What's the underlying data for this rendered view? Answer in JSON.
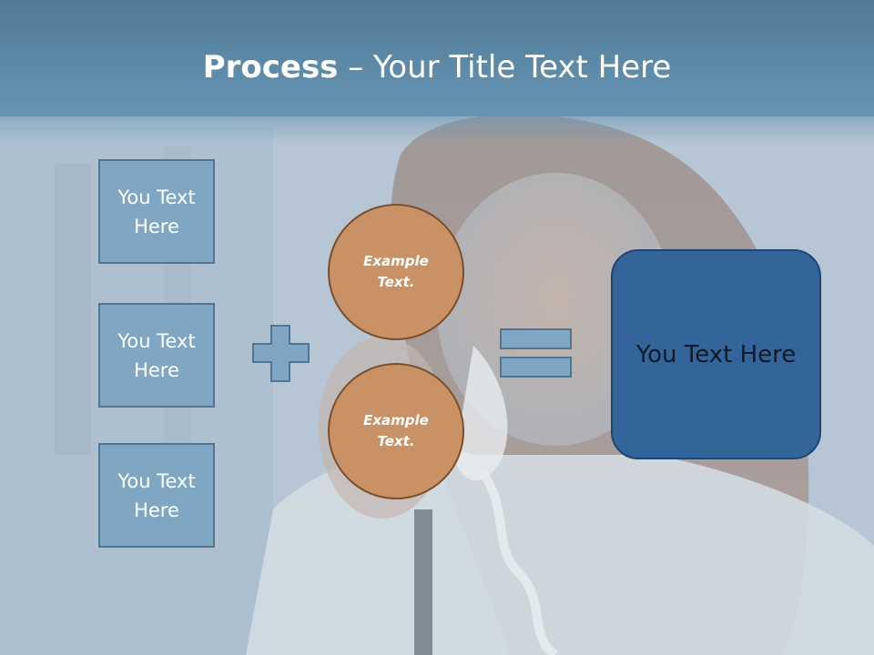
{
  "title": {
    "bold": "Process",
    "rest": " – Your Title Text Here"
  },
  "boxes": [
    {
      "label": "You Text Here"
    },
    {
      "label": "You Text Here"
    },
    {
      "label": "You Text Here"
    }
  ],
  "circles": [
    {
      "label": "Example Text."
    },
    {
      "label": "Example Text."
    }
  ],
  "result": {
    "label": "You Text Here"
  },
  "colors": {
    "title_bar": "#5f8cab",
    "box_fill": "#7fa6c2",
    "circle_fill": "#c89166",
    "result_fill": "#33659a"
  }
}
